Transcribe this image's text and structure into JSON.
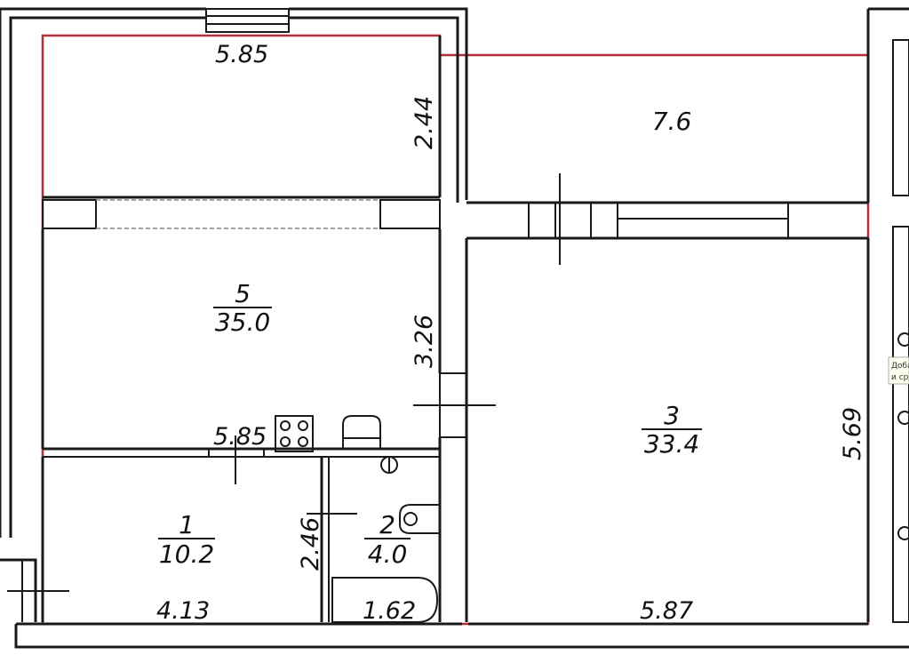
{
  "colors": {
    "wall": "#1a1a1a",
    "boundary": "#b0303a",
    "background": "#ffffff"
  },
  "rooms": [
    {
      "id": "1",
      "area": "10.2"
    },
    {
      "id": "2",
      "area": "4.0"
    },
    {
      "id": "3",
      "area": "33.4"
    },
    {
      "id": "5",
      "area": "35.0"
    }
  ],
  "balcony": {
    "area": "7.6"
  },
  "dimensions": {
    "top_width": "5.85",
    "top_depth": "2.44",
    "kitchen_width": "5.85",
    "kitchen_depth": "3.26",
    "room1_width": "4.13",
    "room1_depth": "2.46",
    "bath_width": "1.62",
    "room3_width": "5.87",
    "room3_depth": "5.69"
  },
  "edge_note": {
    "line1": "Доба",
    "line2": "и ср"
  }
}
